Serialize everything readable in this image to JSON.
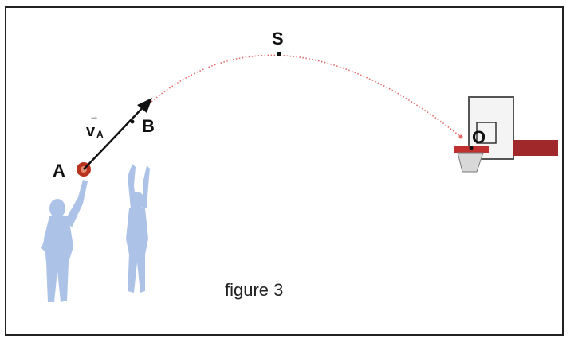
{
  "figure": {
    "labels": {
      "A": "A",
      "B": "B",
      "S": "S",
      "O": "O",
      "velocity_main": "v",
      "velocity_arrow": "→",
      "velocity_sub": "A"
    },
    "caption": "figure 3",
    "colors": {
      "trajectory": "#e26a6a",
      "ball": "#b8331f",
      "players": "#9fb8e3",
      "board_accent": "#a0282a",
      "arrow": "#111111"
    },
    "icons": [
      "player-shooter-icon",
      "player-defender-icon",
      "basketball-hoop-icon",
      "ball-icon"
    ]
  }
}
